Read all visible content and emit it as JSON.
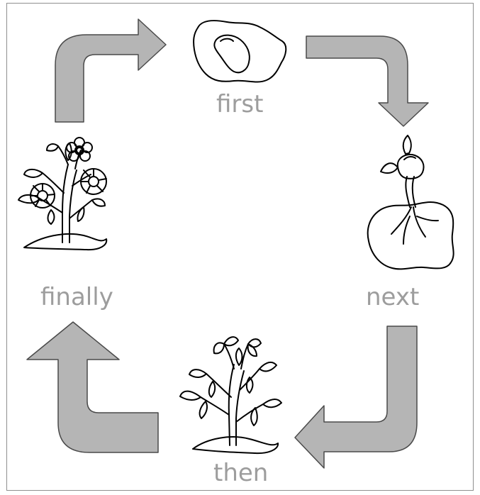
{
  "diagram": {
    "stages": [
      {
        "id": "first",
        "label": "first",
        "icon": "seed-icon"
      },
      {
        "id": "next",
        "label": "next",
        "icon": "sprout-icon"
      },
      {
        "id": "then",
        "label": "then",
        "icon": "young-plant-icon"
      },
      {
        "id": "finally",
        "label": "finally",
        "icon": "flowering-plant-icon"
      }
    ],
    "arrow_sequence": [
      "first",
      "next",
      "then",
      "finally",
      "first"
    ]
  },
  "colors": {
    "label": "#9d9d9d",
    "arrow_fill": "#b5b5b5",
    "arrow_stroke": "#4a4a4a",
    "line_art": "#000000",
    "frame": "#8f8f8f"
  }
}
